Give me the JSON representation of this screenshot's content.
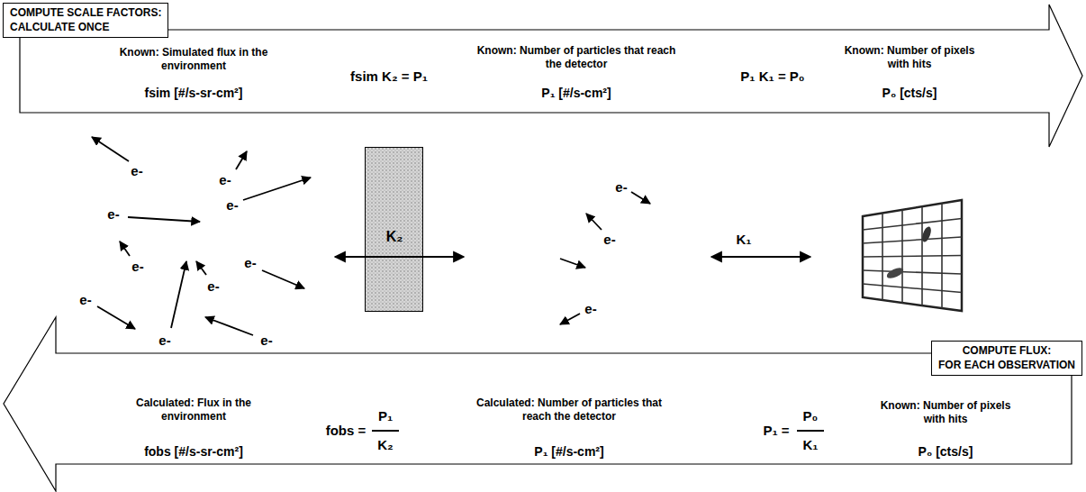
{
  "diagram": {
    "nodes": [
      {
        "text": [
          "COMPUTE SCALE FACTORS:",
          "CALCULATE ONCE"
        ]
      },
      {
        "text": [
          "Known: Simulated flux in the environment",
          "fsim [#/s-sr-cm²]",
          "fsim K₂ = P₁",
          "Known: Number of particles that reach the detector",
          "P₁ [#/s-cm²]",
          "P₁ K₁ = P₀",
          "Known: Number of pixels with hits",
          "P₀ [cts/s]"
        ]
      },
      {
        "text": [
          "K₂"
        ]
      },
      {
        "text": [
          "COMPUTE FLUX:",
          "FOR EACH OBSERVATION"
        ]
      },
      {
        "text": [
          "Calculated: Flux in the environment",
          "fobs [#/s-sr-cm²]",
          "fobs =",
          "P₁",
          "K₂",
          "Calculated: Number of particles that reach the detector",
          "P₁ [#/s-cm²]",
          "P₁ =",
          "P₀",
          "K₁",
          "Known: Number of pixels with hits",
          "P₀ [cts/s]"
        ]
      }
    ],
    "labels": [
      "e-",
      "e-",
      "e-",
      "e-",
      "e-",
      "e-",
      "e-",
      "e-",
      "e-",
      "e-",
      "e-",
      "e-",
      "e-",
      "K₁"
    ]
  }
}
